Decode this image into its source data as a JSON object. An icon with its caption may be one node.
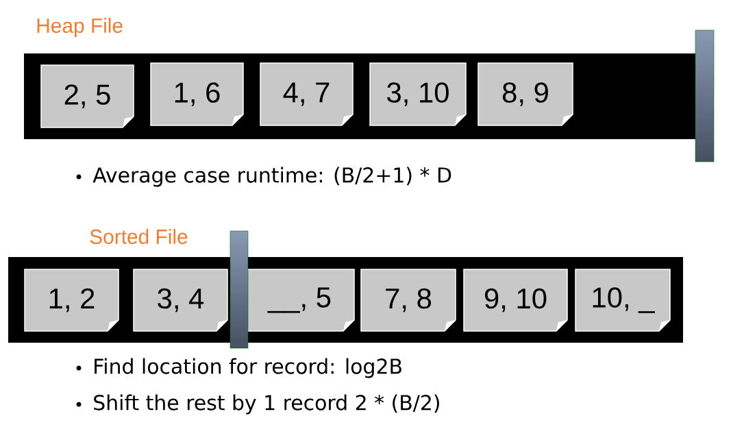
{
  "diagram": {
    "nodes": [
      {
        "text": [
          "Heap File"
        ]
      },
      {
        "text": [
          "2, 5"
        ],
        "in": 0
      },
      {
        "text": [
          "1, 6"
        ],
        "in": 0
      },
      {
        "text": [
          "4, 7"
        ],
        "in": 0
      },
      {
        "text": [
          "3, 10"
        ],
        "in": 0
      },
      {
        "text": [
          "8, 9"
        ],
        "in": 0
      },
      {
        "text": [
          "Sorted File"
        ]
      },
      {
        "text": [
          "1, 2"
        ],
        "in": 6
      },
      {
        "text": [
          "3, 4"
        ],
        "in": 6
      },
      {
        "text": [
          "__, 5"
        ],
        "in": 6
      },
      {
        "text": [
          "7, 8"
        ],
        "in": 6
      },
      {
        "text": [
          "9, 10"
        ],
        "in": 6
      },
      {
        "text": [
          "10, _"
        ],
        "in": 6
      }
    ],
    "edges": [],
    "labels": [
      "Average case runtime:  (B/2+1) * D",
      "Find location for record: log2B",
      "Shift the rest by 1 record  2 * (B/2)"
    ]
  }
}
